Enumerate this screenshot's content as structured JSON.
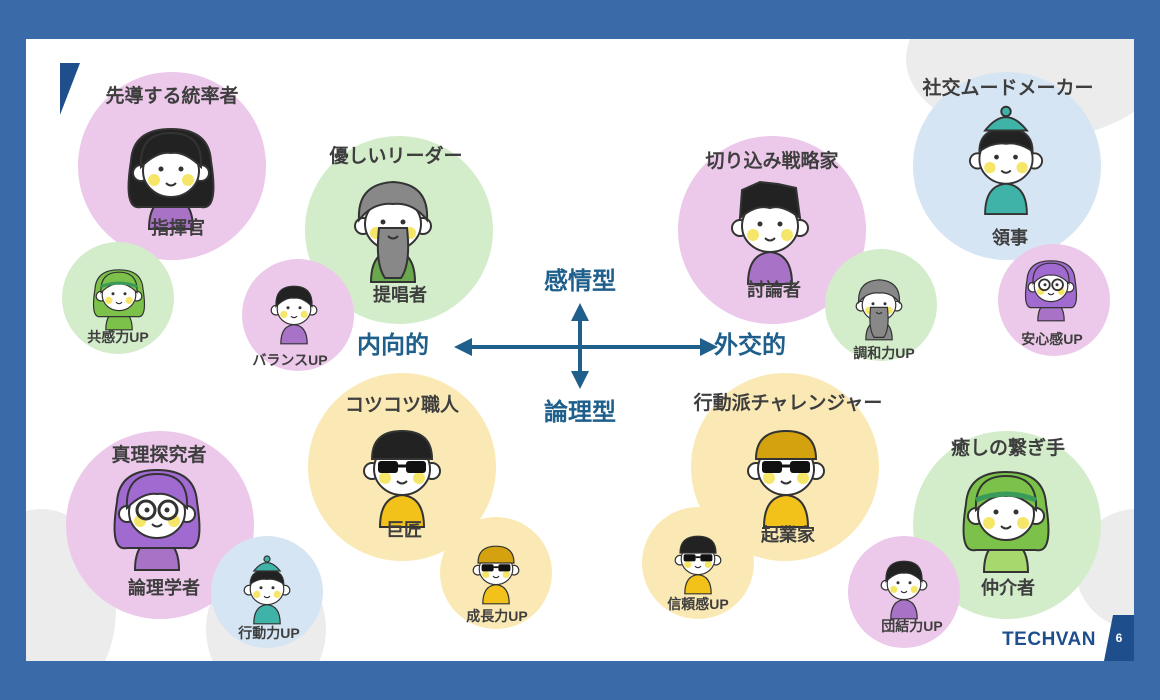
{
  "axes": {
    "top": "感情型",
    "bottom": "論理型",
    "left": "内向的",
    "right": "外交的"
  },
  "characters": {
    "commander": {
      "title": "先導する統率者",
      "role": "指揮官"
    },
    "advocate": {
      "title": "優しいリーダー",
      "role": "提唱者"
    },
    "debater": {
      "title": "切り込み戦略家",
      "role": "討論者"
    },
    "consul": {
      "title": "社交ムードメーカー",
      "role": "領事"
    },
    "logician": {
      "title": "真理探究者",
      "role": "論理学者"
    },
    "virtuoso": {
      "title": "コツコツ職人",
      "role": "巨匠"
    },
    "entrepreneur": {
      "title": "行動派チャレンジャー",
      "role": "起業家"
    },
    "mediator": {
      "title": "癒しの繋ぎ手",
      "role": "仲介者"
    }
  },
  "traits": {
    "empathy": "共感力UP",
    "balance": "バランスUP",
    "harmony": "調和力UP",
    "reassurance": "安心感UP",
    "action": "行動力UP",
    "growth": "成長力UP",
    "trust": "信頼感UP",
    "unity": "団結力UP"
  },
  "footer": {
    "brand": "TECHVAN",
    "page": "6"
  },
  "colors": {
    "background": "#3a6aa8",
    "pink_circle": "#ecc9ea",
    "green_circle": "#d3edcb",
    "blue_circle": "#d6e5f3",
    "yellow_circle": "#fbe9b5",
    "axis": "#1f5f8b",
    "brand": "#1e4f8c"
  }
}
